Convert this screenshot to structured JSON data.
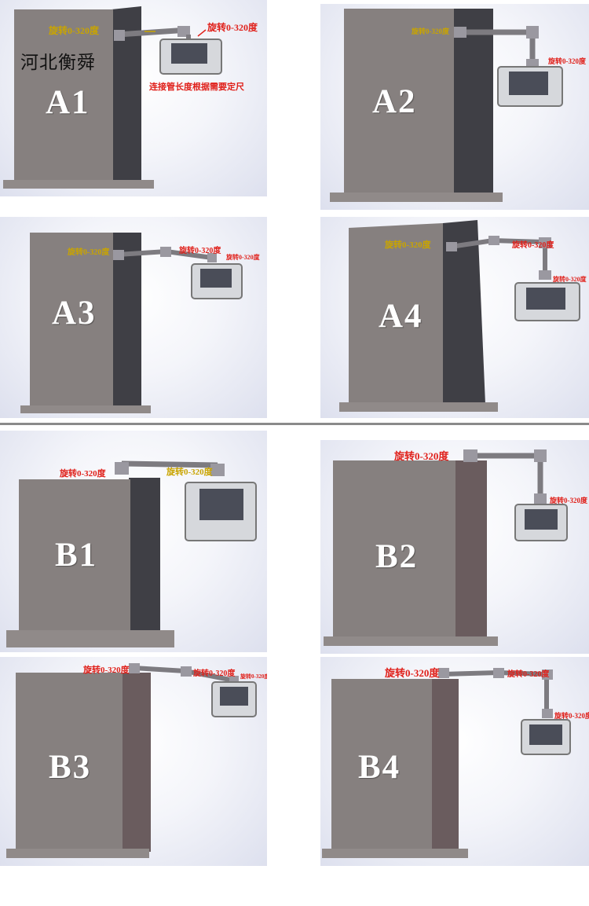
{
  "brand": "河北衡舜",
  "rotation_label": "旋转0-320度",
  "note": "连接管长度根据需要定尺",
  "colors": {
    "cabinet_front": "#86807f",
    "cabinet_side_dark": "#3f3f45",
    "cabinet_side_brown": "#6a5c5e",
    "base": "#908a89",
    "arm": "#7d7b80",
    "label_yellow": "#c9a400",
    "label_red": "#e0201a"
  },
  "panels": [
    {
      "id": "A1",
      "model": "A1"
    },
    {
      "id": "A2",
      "model": "A2"
    },
    {
      "id": "A3",
      "model": "A3"
    },
    {
      "id": "A4",
      "model": "A4"
    },
    {
      "id": "B1",
      "model": "B1"
    },
    {
      "id": "B2",
      "model": "B2"
    },
    {
      "id": "B3",
      "model": "B3"
    },
    {
      "id": "B4",
      "model": "B4"
    }
  ]
}
